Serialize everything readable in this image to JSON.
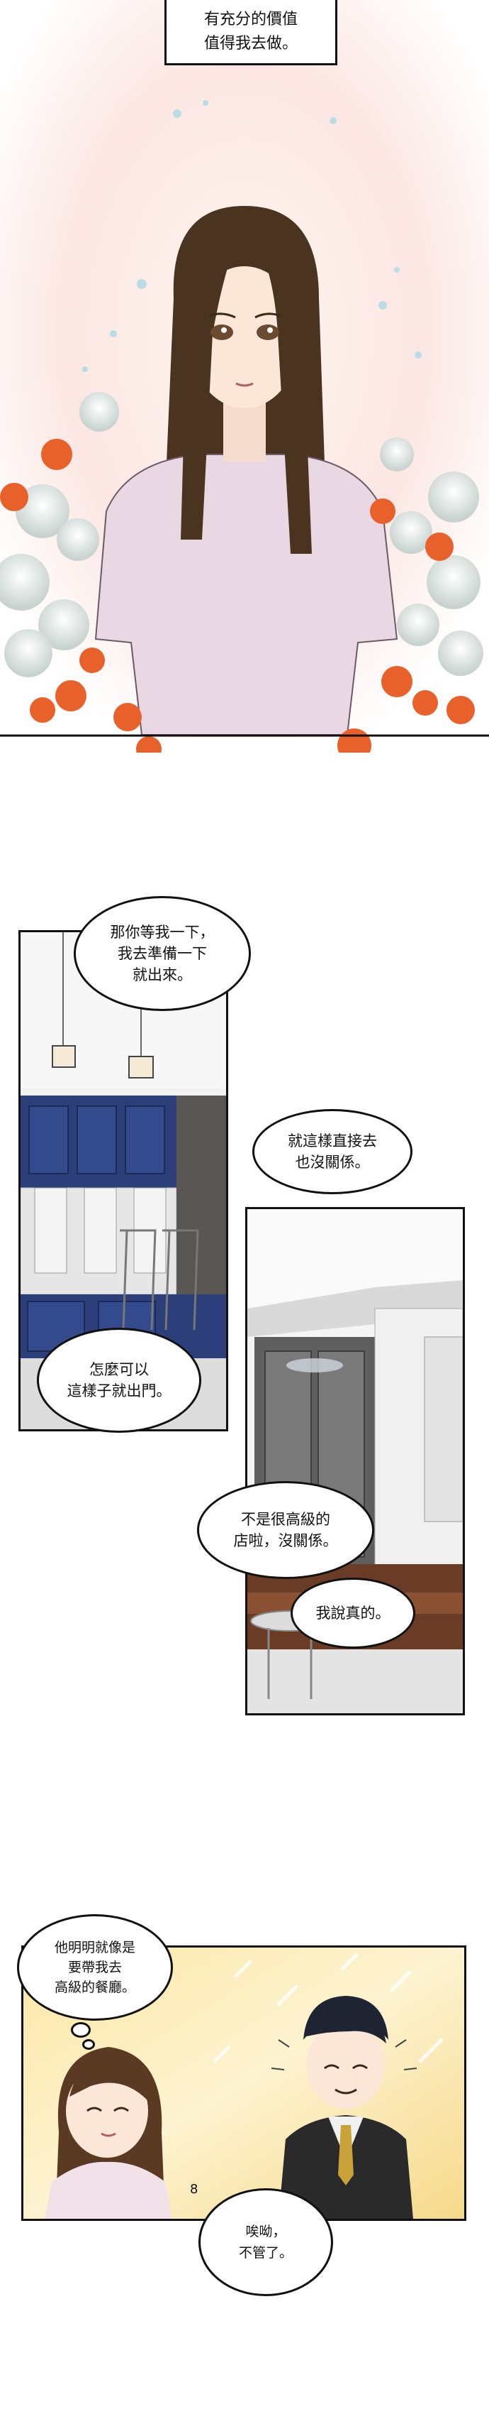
{
  "captions": {
    "top_caption": "有充分的價值\n值得我去做。"
  },
  "bubbles": {
    "wait_for_me": "那你等我一下，\n我去準備一下\n就出來。",
    "go_directly": "就這樣直接去\n也沒關係。",
    "how_can_i": "怎麼可以\n這樣子就出門。",
    "not_fancy": "不是很高級的\n店啦，沒關係。",
    "i_mean_it": "我說真的。",
    "thought_fancy": "他明明就像是\n要帶我去\n高級的餐廳。",
    "oh_well": "唉呦，\n不管了。"
  },
  "sfx": {
    "sweat_mark": "8"
  },
  "colors": {
    "ink": "#111111",
    "cabinet_blue": "#2c3f7a",
    "flower_orange": "#e8602a",
    "shirt_pink": "#e9d7e3",
    "hair_brown": "#4a3420",
    "warm_glow": "#f8dc8a"
  }
}
